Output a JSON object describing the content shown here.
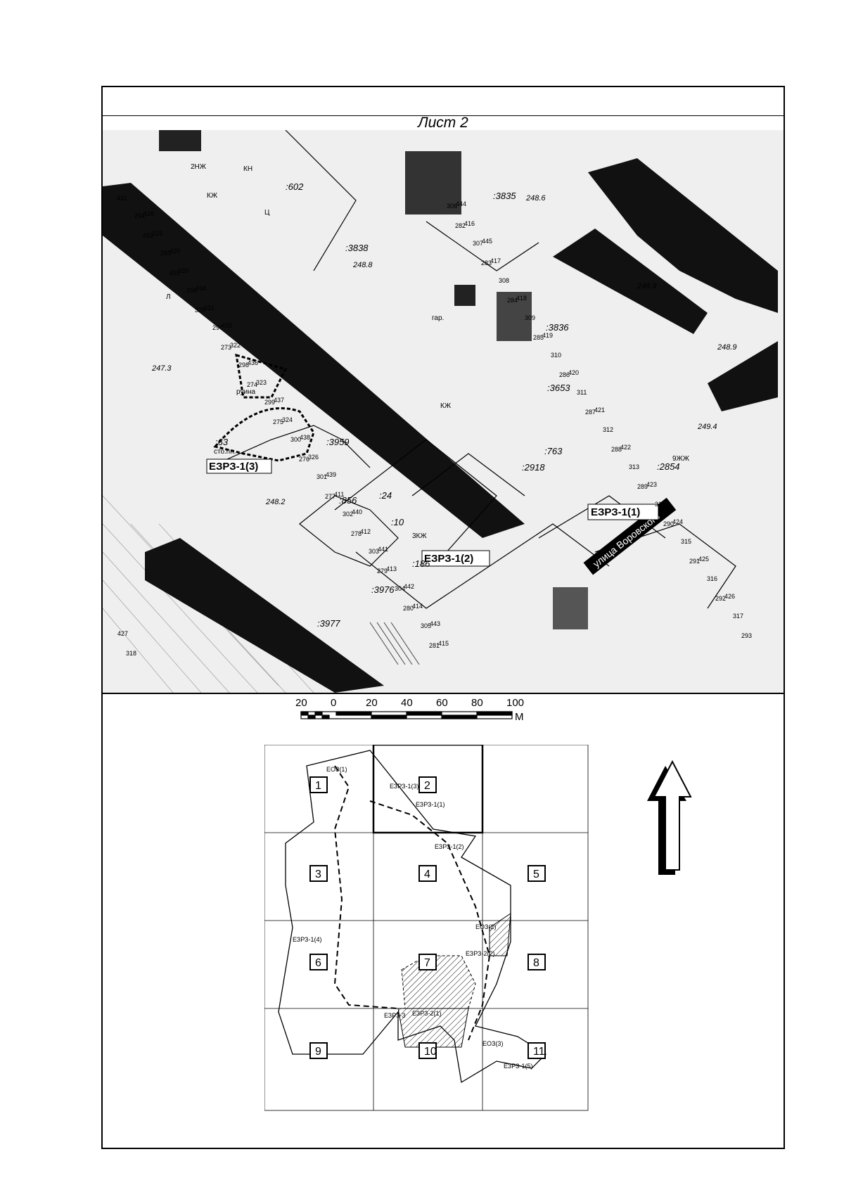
{
  "sheet_title": "Лист 2",
  "map_labels": {
    "parcels": [
      ":602",
      ":3835",
      ":3838",
      ":3836",
      ":3959",
      ":63",
      ":2854",
      ":2918",
      ":3976",
      ":3977",
      ":763",
      ":3653",
      ":856",
      ":24",
      ":10",
      ":186"
    ],
    "elevations": [
      "248.6",
      "248.8",
      "248.9",
      "248.9",
      "249.4",
      "247.3",
      "248.2"
    ],
    "building_codes": [
      "2НЖ",
      "КЖ",
      "КН",
      "Ц",
      "9ЖЖ",
      "3КЖ",
      "гар.",
      "руина",
      "сто.пп.",
      "Л",
      "КЖ"
    ],
    "point_numbers": [
      "431",
      "432",
      "433",
      "325",
      "273",
      "274",
      "275",
      "276",
      "277",
      "278",
      "279",
      "280",
      "281",
      "282",
      "283",
      "284",
      "285",
      "286",
      "287",
      "288",
      "289",
      "290",
      "291",
      "292",
      "293",
      "294",
      "295",
      "296",
      "297",
      "298",
      "299",
      "300",
      "301",
      "302",
      "303",
      "304",
      "305",
      "306",
      "307",
      "308",
      "309",
      "310",
      "311",
      "312",
      "313",
      "314",
      "315",
      "316",
      "317",
      "318",
      "319",
      "320",
      "321",
      "322",
      "323",
      "324",
      "326",
      "411",
      "412",
      "413",
      "414",
      "415",
      "416",
      "417",
      "418",
      "419",
      "420",
      "421",
      "422",
      "423",
      "424",
      "425",
      "426",
      "427",
      "428",
      "429",
      "434",
      "435",
      "436",
      "437",
      "438",
      "439",
      "440",
      "441",
      "442",
      "443",
      "444",
      "445"
    ],
    "zones": [
      "ЕЗРЗ-1(3)",
      "ЕЗРЗ-1(1)",
      "ЕЗРЗ-1(2)"
    ],
    "street": "улица Воровского"
  },
  "scale_bar": {
    "ticks": [
      "20",
      "0",
      "20",
      "40",
      "60",
      "80",
      "100"
    ],
    "unit": "М"
  },
  "index_map": {
    "cells": [
      "1",
      "2",
      "3",
      "4",
      "5",
      "6",
      "7",
      "8",
      "9",
      "10",
      "11"
    ],
    "labels": [
      "ЕОЗ(1)",
      "ЕЗРЗ-1(3)",
      "ЕЗРЗ-1(1)",
      "ЕЗРЗ-1(2)",
      "ЕОЗ(2)",
      "ЕЗРЗ-2(2)",
      "ЕЗРЗ-1(4)",
      "ЕЗРЗ-2(1)",
      "ЕЗРЗ-3",
      "ЕОЗ(3)",
      "ЕЗРЗ-1(5)"
    ]
  },
  "colors": {
    "ink": "#000000",
    "paper": "#ffffff",
    "grey": "#bdbdbd"
  }
}
